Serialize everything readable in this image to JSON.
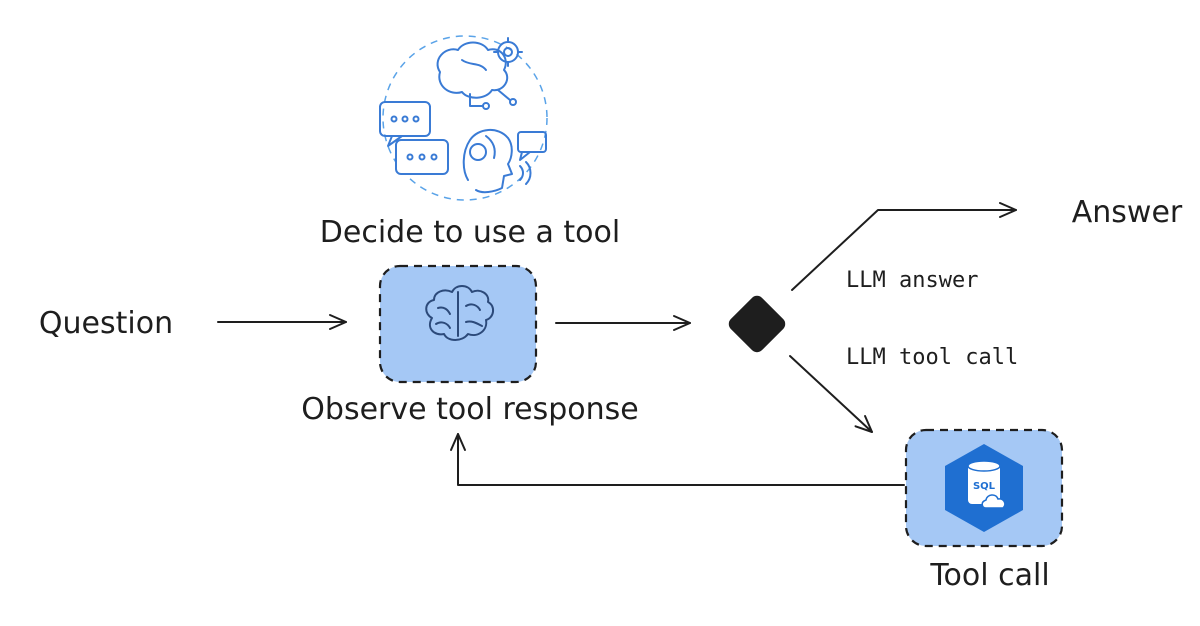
{
  "nodes": {
    "question": {
      "label": "Question"
    },
    "llm": {
      "top_label": "Decide to use a tool",
      "bottom_label": "Observe tool response",
      "icon": "brain-icon"
    },
    "decision": {
      "icon": "diamond-decision"
    },
    "answer": {
      "label": "Answer"
    },
    "tool": {
      "label": "Tool call",
      "icon": "sql-database-cloud-icon",
      "icon_text": "SQL"
    }
  },
  "edges": {
    "llm_answer": "LLM answer",
    "llm_tool_call": "LLM tool call"
  },
  "illustration": {
    "icon": "ai-assistant-illustration-icon"
  },
  "colors": {
    "box_fill": "#a5c8f5",
    "stroke": "#1e1e1e",
    "icon_blue": "#3a7bd5",
    "sql_hex": "#1f6fd1"
  }
}
